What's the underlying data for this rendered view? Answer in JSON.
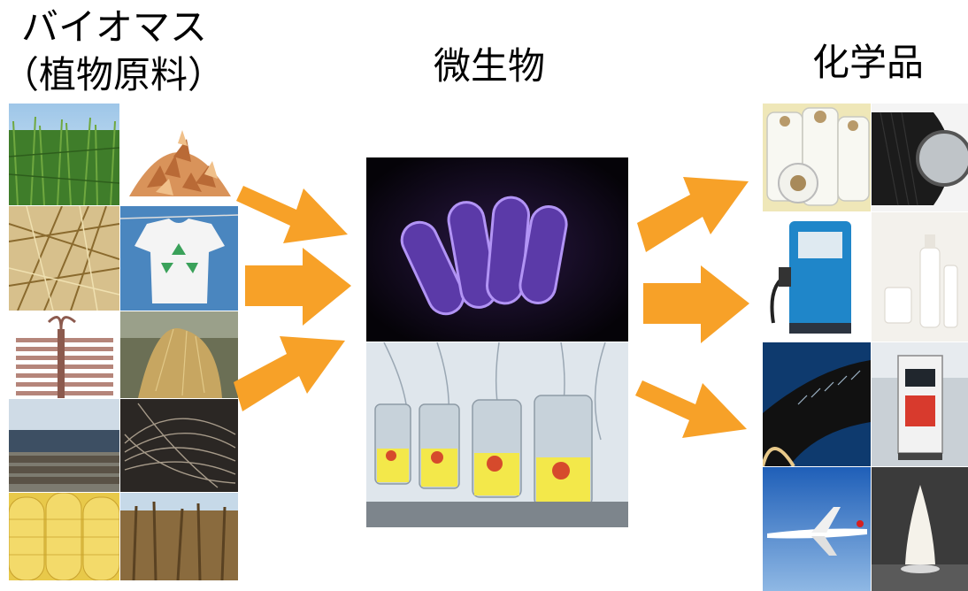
{
  "titles": {
    "biomass_line1": "バイオマス",
    "biomass_line2": "（植物原料）",
    "microbe": "微生物",
    "chemicals": "化学品"
  },
  "colors": {
    "arrow": "#F7A128",
    "background": "#FFFFFF"
  },
  "biomass_images": [
    "sugarcane",
    "wood-chips",
    "straw",
    "recycled-tshirt",
    "paper-stack",
    "dry-grass",
    "log-pile",
    "root-fiber",
    "corn-cobs",
    "cornfield"
  ],
  "microbe_images": [
    "bacteria-micrograph",
    "bioreactor-array"
  ],
  "chemical_images": [
    "plastic-film-rolls",
    "car-tire",
    "fuel-pump",
    "cosmetic-bottles",
    "carbon-fiber-tube",
    "gas-station-pump",
    "jet-airliner",
    "white-powder-flask"
  ]
}
